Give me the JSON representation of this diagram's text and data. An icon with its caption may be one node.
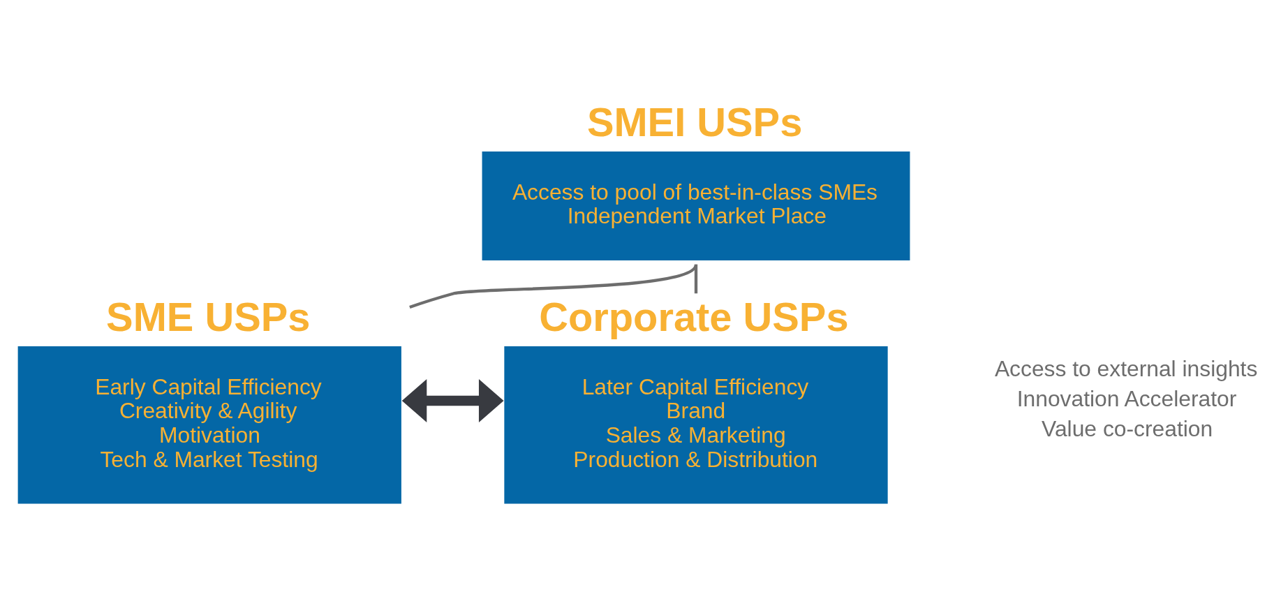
{
  "diagram": {
    "nodes": [
      {
        "text": [
          "SMEI USPs",
          "Access to pool of best-in-class SMEs",
          "Independent Market Place"
        ]
      },
      {
        "text": [
          "SME USPs",
          "Early Capital Efficiency",
          "Creativity & Agility",
          "Motivation",
          "Tech & Market Testing"
        ]
      },
      {
        "text": [
          "Corporate USPs",
          "Later Capital Efficiency",
          "Brand",
          "Sales & Marketing",
          "Production & Distribution"
        ]
      }
    ],
    "edges": [
      {
        "from": 0,
        "to": 1,
        "arrow": "none"
      },
      {
        "from": 0,
        "to": 2,
        "arrow": "none"
      },
      {
        "from": 1,
        "to": 2,
        "arrow": "both",
        "style": "thick",
        "color": "#383a40"
      }
    ],
    "labels": [
      "Access to external insights",
      "Innovation Accelerator",
      "Value co-creation"
    ]
  }
}
